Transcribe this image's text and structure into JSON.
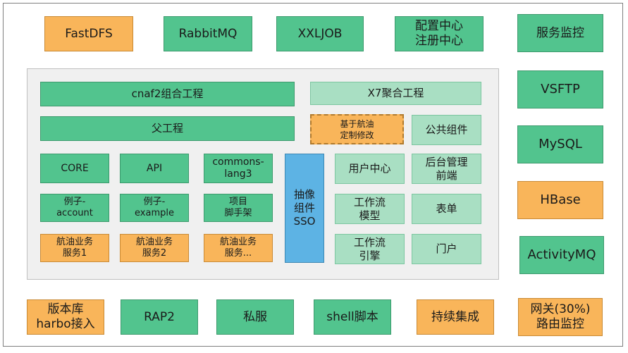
{
  "top": {
    "fastdfs": "FastDFS",
    "rabbitmq": "RabbitMQ",
    "xxljob": "XXLJOB",
    "config_registry": "配置中心\n注册中心",
    "service_monitor": "服务监控"
  },
  "right": {
    "vsftp": "VSFTP",
    "mysql": "MySQL",
    "hbase": "HBase",
    "activitymq": "ActivityMQ"
  },
  "bottom": {
    "version_repo": "版本库\nharbo接入",
    "rap2": "RAP2",
    "private_server": "私服",
    "shell": "shell脚本",
    "ci": "持续集成",
    "gateway": "网关(30%)\n路由监控"
  },
  "panel": {
    "cnaf2": "cnaf2组合工程",
    "x7": "X7聚合工程",
    "parent": "父工程",
    "custom": "基于航油\n定制修改",
    "common_components": "公共组件",
    "core": "CORE",
    "api": "API",
    "commons_lang3": "commons-\nlang3",
    "example_account": "例子-\naccount",
    "example_example": "例子-\nexample",
    "scaffold": "项目\n脚手架",
    "biz1": "航油业务\n服务1",
    "biz2": "航油业务\n服务2",
    "biz3": "航油业务\n服务...",
    "sso": "抽像\n组件\nSSO",
    "user_center": "用户中心",
    "admin_frontend": "后台管理\n前端",
    "workflow_model": "工作流\n模型",
    "form": "表单",
    "workflow_engine": "工作流\n引擎",
    "portal": "门户"
  }
}
